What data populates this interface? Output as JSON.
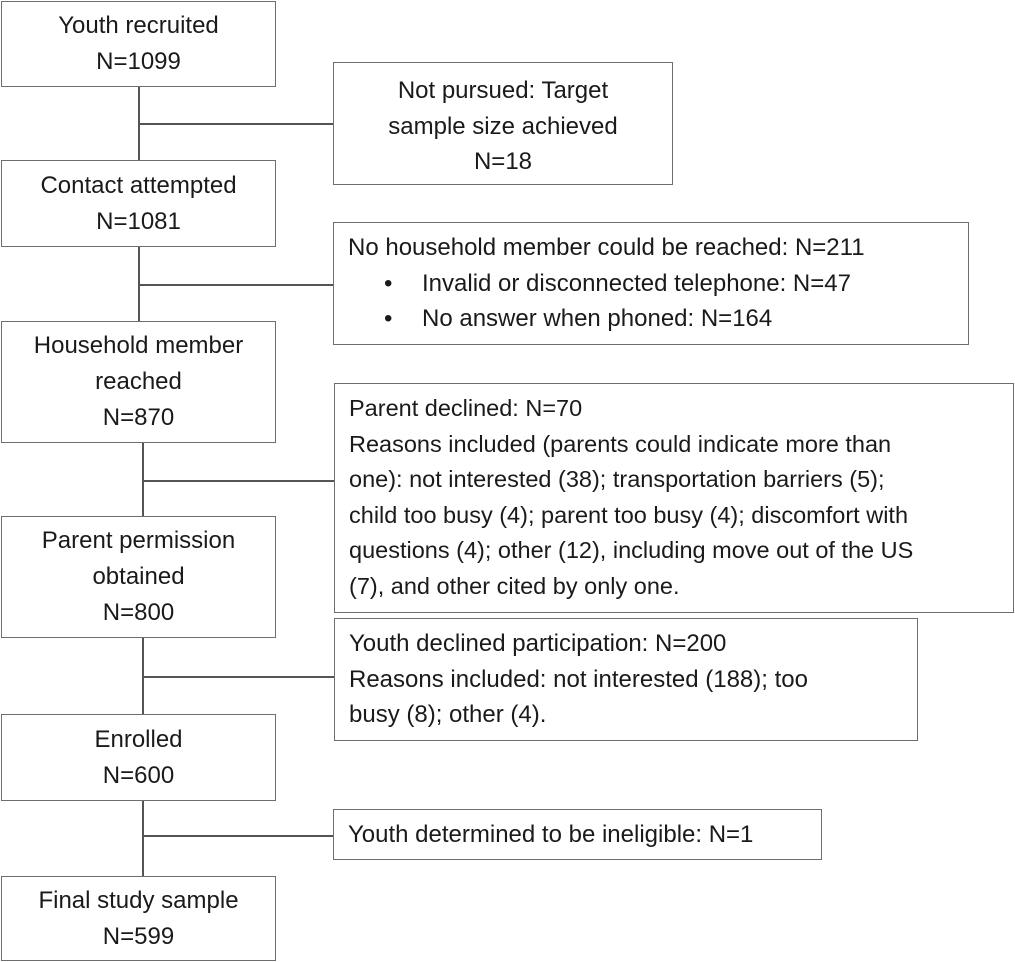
{
  "main_boxes": [
    {
      "title": "Youth recruited",
      "count": "N=1099"
    },
    {
      "title": "Contact attempted",
      "count": "N=1081"
    },
    {
      "title_line1": "Household member",
      "title_line2": "reached",
      "count": "N=870"
    },
    {
      "title_line1": "Parent permission",
      "title_line2": "obtained",
      "count": "N=800"
    },
    {
      "title": "Enrolled",
      "count": "N=600"
    },
    {
      "title": "Final study sample",
      "count": "N=599"
    }
  ],
  "exclusions": {
    "not_pursued": {
      "line1": "Not pursued: Target",
      "line2": "sample size achieved",
      "count": "N=18"
    },
    "not_reached": {
      "heading": "No household member could be reached: N=211",
      "bullets": [
        "Invalid or disconnected telephone: N=47",
        "No answer when phoned: N=164"
      ],
      "bullet_glyph": "•"
    },
    "parent_declined": {
      "lines": [
        "Parent declined: N=70",
        "Reasons included (parents could indicate more than",
        "one): not interested (38); transportation barriers (5);",
        "child too busy (4); parent too busy (4); discomfort with",
        "questions (4); other (12), including move out of the US",
        "(7), and other cited by only one."
      ]
    },
    "youth_declined": {
      "lines": [
        "Youth declined participation: N=200",
        "Reasons included: not interested (188); too",
        "busy (8); other (4)."
      ]
    },
    "ineligible": {
      "line": "Youth determined to be ineligible: N=1"
    }
  }
}
